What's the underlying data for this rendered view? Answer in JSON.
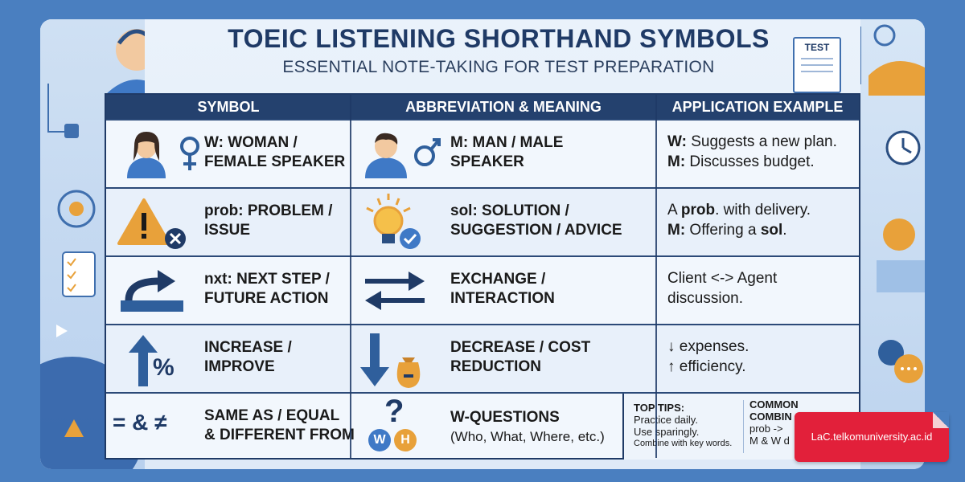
{
  "header": {
    "title": "TOEIC LISTENING SHORTHAND SYMBOLS",
    "subtitle": "ESSENTIAL NOTE-TAKING FOR TEST PREPARATION",
    "test_label": "TEST"
  },
  "table": {
    "columns": [
      "SYMBOL",
      "ABBREVIATION & MEANING",
      "APPLICATION EXAMPLE"
    ],
    "rows": [
      {
        "left_label": [
          "W: WOMAN /",
          "FEMALE SPEAKER"
        ],
        "mid_label": [
          "M: MAN / MALE",
          "SPEAKER"
        ],
        "example": [
          "W:",
          " Suggests a new plan.",
          "M:",
          " Discusses budget."
        ]
      },
      {
        "left_label": [
          "prob: PROBLEM /",
          "ISSUE"
        ],
        "mid_label": [
          "sol: SOLUTION /",
          "SUGGESTION / ADVICE"
        ],
        "example": [
          "A ",
          "prob",
          ". with delivery.",
          "M:",
          " Offering a ",
          "sol",
          "."
        ]
      },
      {
        "left_label": [
          "nxt: NEXT STEP /",
          "FUTURE ACTION"
        ],
        "mid_label": [
          "EXCHANGE /",
          "INTERACTION"
        ],
        "example": [
          "Client <-> Agent",
          "discussion."
        ]
      },
      {
        "left_label": [
          "INCREASE /",
          "IMPROVE"
        ],
        "mid_label": [
          "DECREASE / COST",
          "REDUCTION"
        ],
        "example": [
          "↓ expenses.",
          "↑ efficiency."
        ]
      },
      {
        "left_symbol": "= & ≠",
        "left_label": [
          "SAME AS / EQUAL",
          "& DIFFERENT FROM"
        ],
        "mid_symbol": "?",
        "mid_badges": [
          "W",
          "H"
        ],
        "mid_label": [
          "W-QUESTIONS",
          "(Who, What, Where, etc.)"
        ]
      }
    ],
    "percent_symbol": "%"
  },
  "tips": {
    "title": "TOP TIPS:",
    "lines": [
      "Practice daily.",
      "Use sparingly.",
      "Combine with key words."
    ],
    "common_title": [
      "COMMON",
      "COMBIN"
    ],
    "common_lines": [
      "prob ->",
      "M & W d"
    ]
  },
  "badge": {
    "text": "LaC.telkomuniversity.ac.id"
  },
  "colors": {
    "background": "#4a7fc0",
    "header_bar": "#24416e",
    "accent_orange": "#e8a13a",
    "icon_blue": "#2f5f9c",
    "badge_red": "#e2203a"
  }
}
